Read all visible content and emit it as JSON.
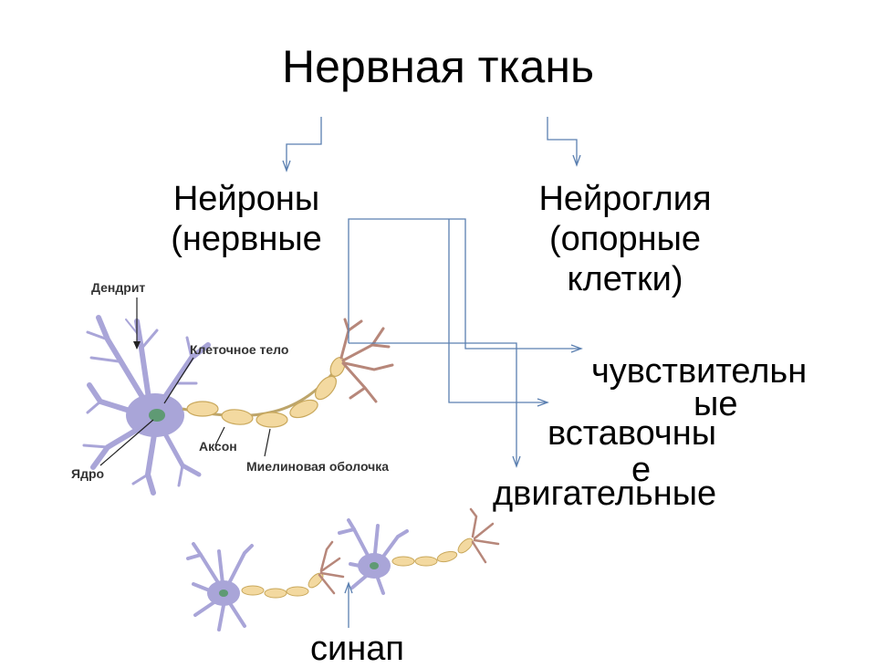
{
  "title": "Нервная ткань",
  "branches": {
    "neurons": {
      "line1": "Нейроны",
      "line2": "(нервные"
    },
    "neuroglia": {
      "line1": "Нейроглия",
      "line2": "(опорные",
      "line3": "клетки)"
    }
  },
  "neuron_types": {
    "sensory_a": "чувствительн",
    "sensory_b": "ые",
    "inter_a": "вставочны",
    "inter_b": "е",
    "motor": "двигательные"
  },
  "neuron_labels": {
    "dendrite": "Дендрит",
    "cell_body": "Клеточное тело",
    "nucleus": "Ядро",
    "axon": "Аксон",
    "myelin": "Миелиновая оболочка"
  },
  "synapse": "синап",
  "colors": {
    "connector": "#5a7fb0",
    "dendrite": "#a9a5d8",
    "axon_terminal": "#b7877a",
    "myelin": "#f3d9a0",
    "nucleus": "#5f9a74"
  }
}
